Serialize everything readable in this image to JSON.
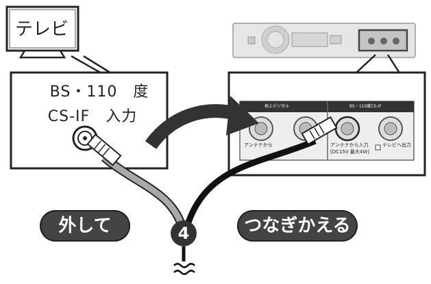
{
  "tv": {
    "label": "テレビ"
  },
  "input_panel": {
    "line1": "BS・110　度",
    "line2": "CS-IF　入力"
  },
  "recorder_panel": {
    "section_terrestrial": "地上デジタル",
    "section_bs": "BS・110度CS-IF",
    "port_antenna_in": "アンテナから",
    "port_bs_in": "アンテナから入力",
    "port_bs_power": "[DC15V 最大4W]",
    "port_tv_out": "テレビへ出力"
  },
  "actions": {
    "remove": "外して",
    "reconnect": "つなぎかえる"
  },
  "step": {
    "number": "4"
  },
  "colors": {
    "pill_bg": "#444444",
    "cable_black": "#111111",
    "cable_gray": "#9a9a9a",
    "panel_header": "#333333"
  }
}
